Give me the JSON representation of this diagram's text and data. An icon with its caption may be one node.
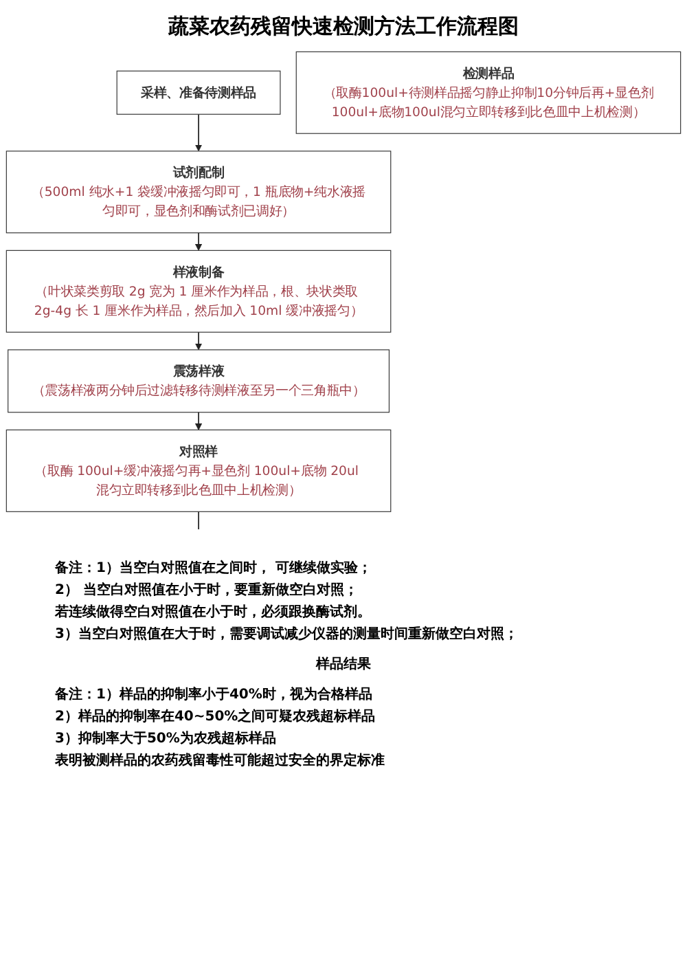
{
  "diagram": {
    "title": "蔬菜农药残留快速检测方法工作流程图",
    "nodes": [
      {
        "text": [
          "采样、准备待测样品"
        ]
      },
      {
        "text": [
          "试剂配制",
          "（500ml 纯水+1 袋缓冲液摇匀即可，1 瓶底物+纯水液摇匀即可，显色剂和酶试剂已调好）"
        ]
      },
      {
        "text": [
          "样液制备",
          "（叶状菜类剪取 2g 宽为 1 厘米作为样品，根、块状类取 2g-4g 长 1 厘米作为样品，然后加入 10ml 缓冲液摇匀）"
        ]
      },
      {
        "text": [
          "震荡样液",
          "（震荡样液两分钟后过滤转移待测样液至另一个三角瓶中）"
        ]
      },
      {
        "text": [
          "对照样",
          "（取酶 100ul+缓冲液摇匀再+显色剂 100ul+底物 20ul 混匀立即转移到比色皿中上机检测）"
        ]
      },
      {
        "text": [
          "检测样品",
          "（取酶100ul+待测样品摇匀静止抑制10分钟后再+显色剂100ul+底物100ul混匀立即转移到比色皿中上机检测）"
        ]
      }
    ],
    "edges": [
      {
        "from": 0,
        "to": 1,
        "arrow": "to"
      },
      {
        "from": 1,
        "to": 2,
        "arrow": "to"
      },
      {
        "from": 2,
        "to": 3,
        "arrow": "to"
      },
      {
        "from": 3,
        "to": 4,
        "arrow": "to"
      },
      {
        "from": 4,
        "to": null,
        "arrow": "none"
      }
    ],
    "labels": [
      "备注：1）当空白对照值在之间时， 可继续做实验；",
      "2） 当空白对照值在小于时，要重新做空白对照；",
      "若连续做得空白对照值在小于时，必须跟换酶试剂。",
      "3）当空白对照值在大于时，需要调试减少仪器的测量时间重新做空白对照；",
      "样品结果",
      "备注：1）样品的抑制率小于40%时，视为合格样品",
      "2）样品的抑制率在40~50%之间可疑农残超标样品",
      "3）抑制率大于50%为农残超标样品",
      "表明被测样品的农药残留毒性可能超过安全的界定标准"
    ]
  }
}
